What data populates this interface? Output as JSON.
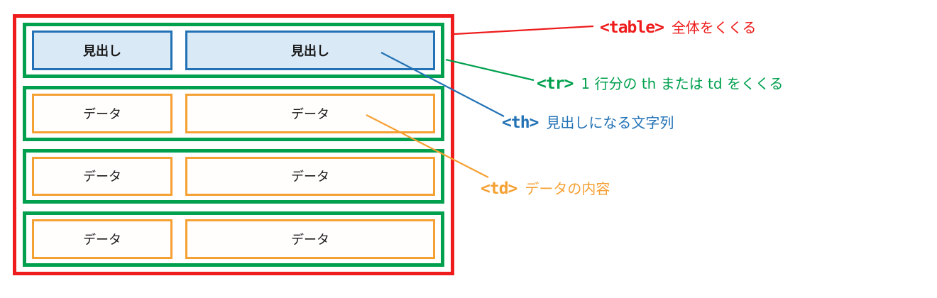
{
  "colors": {
    "table_red": "#ee1c1c",
    "tr_green": "#00a04e",
    "th_blue": "#2272b5",
    "th_fill_blue": "#d9e9f6",
    "td_orange": "#f5a033",
    "cell_text": "#1a1a1a"
  },
  "diagram": {
    "rows": [
      {
        "type": "header-row",
        "cells": [
          "見出し",
          "見出し"
        ]
      },
      {
        "type": "data-row",
        "cells": [
          "データ",
          "データ"
        ]
      },
      {
        "type": "data-row",
        "cells": [
          "データ",
          "データ"
        ]
      },
      {
        "type": "data-row",
        "cells": [
          "データ",
          "データ"
        ]
      }
    ]
  },
  "annotations": [
    {
      "tag": "<table>",
      "description": "全体をくくる",
      "color": "#ee1c1c"
    },
    {
      "tag": "<tr>",
      "description": "1 行分の th または td をくくる",
      "color": "#00a04e"
    },
    {
      "tag": "<th>",
      "description": "見出しになる文字列",
      "color": "#2272b5"
    },
    {
      "tag": "<td>",
      "description": "データの内容",
      "color": "#f5a033"
    }
  ]
}
